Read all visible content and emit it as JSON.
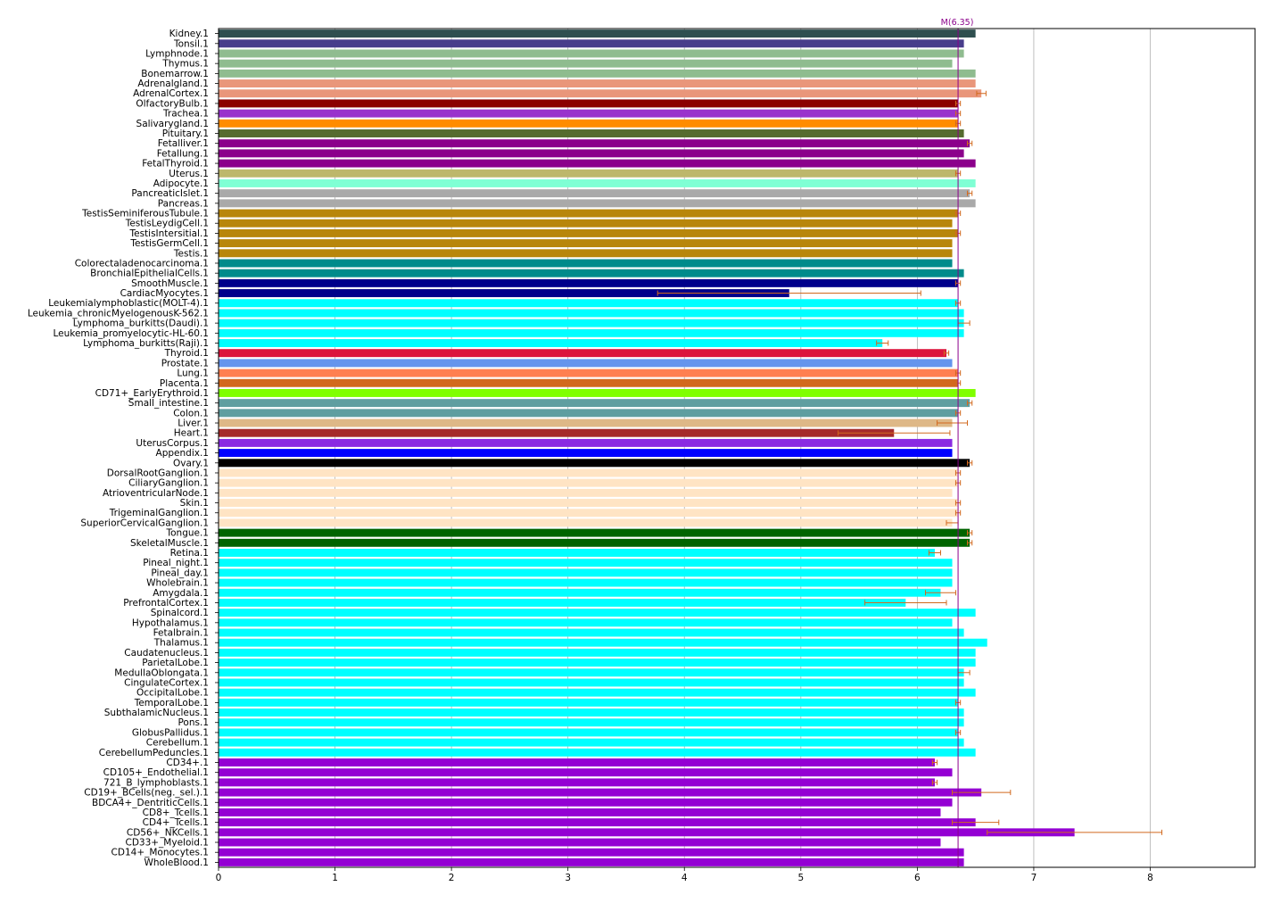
{
  "chart_data": {
    "type": "bar",
    "orientation": "horizontal",
    "xlim": [
      0,
      8.9
    ],
    "xticks": [
      0,
      1,
      2,
      3,
      4,
      5,
      6,
      7,
      8
    ],
    "grid": "vertical",
    "title": "",
    "xlabel": "",
    "ylabel": "",
    "reference_line": {
      "label": "M(6.35)",
      "value": 6.35,
      "color": "#8b008b"
    },
    "error_bar_color": "#d2691e",
    "bars": [
      {
        "label": "Kidney.1",
        "value": 6.5,
        "error": 0,
        "color": "#2f4f4f"
      },
      {
        "label": "Tonsil.1",
        "value": 6.4,
        "error": 0,
        "color": "#483d8b"
      },
      {
        "label": "Lymphnode.1",
        "value": 6.4,
        "error": 0,
        "color": "#8fbc8f"
      },
      {
        "label": "Thymus.1",
        "value": 6.3,
        "error": 0,
        "color": "#8fbc8f"
      },
      {
        "label": "Bonemarrow.1",
        "value": 6.5,
        "error": 0,
        "color": "#8fbc8f"
      },
      {
        "label": "Adrenalgland.1",
        "value": 6.5,
        "error": 0,
        "color": "#e9967a"
      },
      {
        "label": "AdrenalCortex.1",
        "value": 6.55,
        "error": 0.04,
        "color": "#e9967a"
      },
      {
        "label": "OlfactoryBulb.1",
        "value": 6.35,
        "error": 0.02,
        "color": "#8b0000"
      },
      {
        "label": "Trachea.1",
        "value": 6.35,
        "error": 0.02,
        "color": "#9932cc"
      },
      {
        "label": "Salivarygland.1",
        "value": 6.35,
        "error": 0.02,
        "color": "#ff8c00"
      },
      {
        "label": "Pituitary.1",
        "value": 6.4,
        "error": 0,
        "color": "#556b2f"
      },
      {
        "label": "Fetalliver.1",
        "value": 6.45,
        "error": 0.02,
        "color": "#8b008b"
      },
      {
        "label": "Fetallung.1",
        "value": 6.4,
        "error": 0,
        "color": "#8b008b"
      },
      {
        "label": "FetalThyroid.1",
        "value": 6.5,
        "error": 0,
        "color": "#8b008b"
      },
      {
        "label": "Uterus.1",
        "value": 6.35,
        "error": 0.02,
        "color": "#bdb76b"
      },
      {
        "label": "Adipocyte.1",
        "value": 6.5,
        "error": 0,
        "color": "#7fffd4"
      },
      {
        "label": "PancreaticIslet.1",
        "value": 6.45,
        "error": 0.02,
        "color": "#a9a9a9"
      },
      {
        "label": "Pancreas.1",
        "value": 6.5,
        "error": 0,
        "color": "#a9a9a9"
      },
      {
        "label": "TestisSeminiferousTubule.1",
        "value": 6.35,
        "error": 0.02,
        "color": "#b8860b"
      },
      {
        "label": "TestisLeydigCell.1",
        "value": 6.3,
        "error": 0,
        "color": "#b8860b"
      },
      {
        "label": "TestisIntersitial.1",
        "value": 6.35,
        "error": 0.02,
        "color": "#b8860b"
      },
      {
        "label": "TestisGermCell.1",
        "value": 6.3,
        "error": 0,
        "color": "#b8860b"
      },
      {
        "label": "Testis.1",
        "value": 6.3,
        "error": 0,
        "color": "#b8860b"
      },
      {
        "label": "Colorectaladenocarcinoma.1",
        "value": 6.3,
        "error": 0,
        "color": "#008b8b"
      },
      {
        "label": "BronchialEpithelialCells.1",
        "value": 6.4,
        "error": 0,
        "color": "#008b8b"
      },
      {
        "label": "SmoothMuscle.1",
        "value": 6.35,
        "error": 0.02,
        "color": "#00008b"
      },
      {
        "label": "CardiacMyocytes.1",
        "value": 4.9,
        "error": 1.13,
        "color": "#00008b"
      },
      {
        "label": "Leukemialymphoblastic(MOLT-4).1",
        "value": 6.35,
        "error": 0.02,
        "color": "#00ffff"
      },
      {
        "label": "Leukemia_chronicMyelogenousK-562.1",
        "value": 6.4,
        "error": 0,
        "color": "#00ffff"
      },
      {
        "label": "Lymphoma_burkitts(Daudi).1",
        "value": 6.4,
        "error": 0.05,
        "color": "#00ffff"
      },
      {
        "label": "Leukemia_promyelocytic-HL-60.1",
        "value": 6.4,
        "error": 0,
        "color": "#00ffff"
      },
      {
        "label": "Lymphoma_burkitts(Raji).1",
        "value": 5.7,
        "error": 0.05,
        "color": "#00ffff"
      },
      {
        "label": "Thyroid.1",
        "value": 6.25,
        "error": 0.02,
        "color": "#dc143c"
      },
      {
        "label": "Prostate.1",
        "value": 6.3,
        "error": 0,
        "color": "#6495ed"
      },
      {
        "label": "Lung.1",
        "value": 6.35,
        "error": 0.02,
        "color": "#ff7f50"
      },
      {
        "label": "Placenta.1",
        "value": 6.35,
        "error": 0.02,
        "color": "#d2691e"
      },
      {
        "label": "CD71+_EarlyErythroid.1",
        "value": 6.5,
        "error": 0,
        "color": "#7fff00"
      },
      {
        "label": "Small_intestine.1",
        "value": 6.45,
        "error": 0.02,
        "color": "#5f9ea0"
      },
      {
        "label": "Colon.1",
        "value": 6.35,
        "error": 0.02,
        "color": "#5f9ea0"
      },
      {
        "label": "Liver.1",
        "value": 6.3,
        "error": 0.13,
        "color": "#deb887"
      },
      {
        "label": "Heart.1",
        "value": 5.8,
        "error": 0.48,
        "color": "#a52a2a"
      },
      {
        "label": "UterusCorpus.1",
        "value": 6.3,
        "error": 0,
        "color": "#8a2be2"
      },
      {
        "label": "Appendix.1",
        "value": 6.3,
        "error": 0,
        "color": "#0000ff"
      },
      {
        "label": "Ovary.1",
        "value": 6.45,
        "error": 0.02,
        "color": "#000000"
      },
      {
        "label": "DorsalRootGanglion.1",
        "value": 6.35,
        "error": 0.02,
        "color": "#ffe4c4"
      },
      {
        "label": "CiliaryGanglion.1",
        "value": 6.35,
        "error": 0.02,
        "color": "#ffe4c4"
      },
      {
        "label": "AtrioventricularNode.1",
        "value": 6.3,
        "error": 0,
        "color": "#ffe4c4"
      },
      {
        "label": "Skin.1",
        "value": 6.35,
        "error": 0.02,
        "color": "#ffe4c4"
      },
      {
        "label": "TrigeminalGanglion.1",
        "value": 6.35,
        "error": 0.02,
        "color": "#ffe4c4"
      },
      {
        "label": "SuperiorCervicalGanglion.1",
        "value": 6.3,
        "error": 0.05,
        "color": "#ffe4c4"
      },
      {
        "label": "Tongue.1",
        "value": 6.45,
        "error": 0.02,
        "color": "#006400"
      },
      {
        "label": "SkeletalMuscle.1",
        "value": 6.45,
        "error": 0.02,
        "color": "#006400"
      },
      {
        "label": "Retina.1",
        "value": 6.15,
        "error": 0.05,
        "color": "#00ffff"
      },
      {
        "label": "Pineal_night.1",
        "value": 6.3,
        "error": 0,
        "color": "#00ffff"
      },
      {
        "label": "Pineal_day.1",
        "value": 6.3,
        "error": 0,
        "color": "#00ffff"
      },
      {
        "label": "Wholebrain.1",
        "value": 6.3,
        "error": 0,
        "color": "#00ffff"
      },
      {
        "label": "Amygdala.1",
        "value": 6.2,
        "error": 0.13,
        "color": "#00ffff"
      },
      {
        "label": "PrefrontalCortex.1",
        "value": 5.9,
        "error": 0.35,
        "color": "#00ffff"
      },
      {
        "label": "Spinalcord.1",
        "value": 6.5,
        "error": 0,
        "color": "#00ffff"
      },
      {
        "label": "Hypothalamus.1",
        "value": 6.3,
        "error": 0,
        "color": "#00ffff"
      },
      {
        "label": "Fetalbrain.1",
        "value": 6.4,
        "error": 0,
        "color": "#00ffff"
      },
      {
        "label": "Thalamus.1",
        "value": 6.6,
        "error": 0,
        "color": "#00ffff"
      },
      {
        "label": "Caudatenucleus.1",
        "value": 6.5,
        "error": 0,
        "color": "#00ffff"
      },
      {
        "label": "ParietalLobe.1",
        "value": 6.5,
        "error": 0,
        "color": "#00ffff"
      },
      {
        "label": "MedullaOblongata.1",
        "value": 6.4,
        "error": 0.05,
        "color": "#00ffff"
      },
      {
        "label": "CingulateCortex.1",
        "value": 6.4,
        "error": 0,
        "color": "#00ffff"
      },
      {
        "label": "OccipitalLobe.1",
        "value": 6.5,
        "error": 0,
        "color": "#00ffff"
      },
      {
        "label": "TemporalLobe.1",
        "value": 6.35,
        "error": 0.02,
        "color": "#00ffff"
      },
      {
        "label": "SubthalamicNucleus.1",
        "value": 6.4,
        "error": 0,
        "color": "#00ffff"
      },
      {
        "label": "Pons.1",
        "value": 6.4,
        "error": 0,
        "color": "#00ffff"
      },
      {
        "label": "GlobusPallidus.1",
        "value": 6.35,
        "error": 0.02,
        "color": "#00ffff"
      },
      {
        "label": "Cerebellum.1",
        "value": 6.4,
        "error": 0,
        "color": "#00ffff"
      },
      {
        "label": "CerebellumPeduncles.1",
        "value": 6.5,
        "error": 0,
        "color": "#00ffff"
      },
      {
        "label": "CD34+.1",
        "value": 6.15,
        "error": 0.02,
        "color": "#9400d3"
      },
      {
        "label": "CD105+_Endothelial.1",
        "value": 6.3,
        "error": 0,
        "color": "#9400d3"
      },
      {
        "label": "721_B_lymphoblasts.1",
        "value": 6.15,
        "error": 0.02,
        "color": "#9400d3"
      },
      {
        "label": "CD19+_BCells(neg._sel.).1",
        "value": 6.55,
        "error": 0.25,
        "color": "#9400d3"
      },
      {
        "label": "BDCA4+_DentriticCells.1",
        "value": 6.3,
        "error": 0,
        "color": "#9400d3"
      },
      {
        "label": "CD8+_Tcells.1",
        "value": 6.2,
        "error": 0,
        "color": "#9400d3"
      },
      {
        "label": "CD4+_Tcells.1",
        "value": 6.5,
        "error": 0.2,
        "color": "#9400d3"
      },
      {
        "label": "CD56+_NKCells.1",
        "value": 7.35,
        "error": 0.75,
        "color": "#9400d3"
      },
      {
        "label": "CD33+_Myeloid.1",
        "value": 6.2,
        "error": 0,
        "color": "#9400d3"
      },
      {
        "label": "CD14+_Monocytes.1",
        "value": 6.4,
        "error": 0,
        "color": "#9400d3"
      },
      {
        "label": "WholeBlood.1",
        "value": 6.4,
        "error": 0,
        "color": "#9400d3"
      }
    ]
  }
}
